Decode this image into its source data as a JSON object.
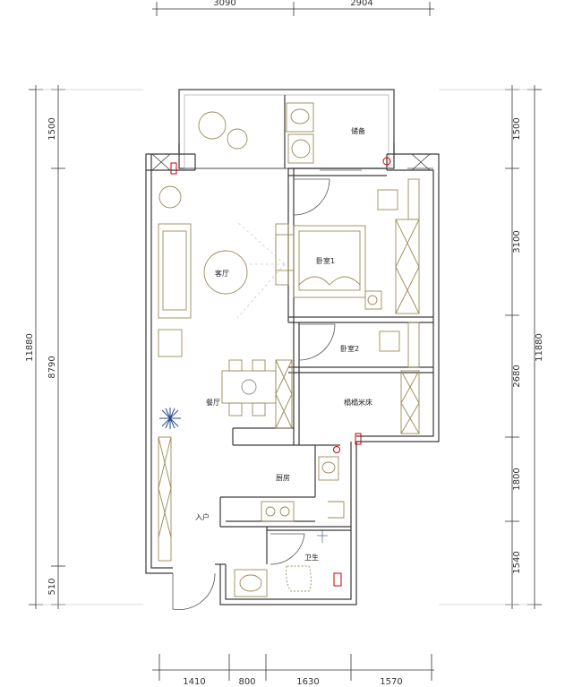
{
  "dimensions": {
    "top": [
      "3090",
      "2904"
    ],
    "bottom": [
      "1410",
      "800",
      "1630",
      "1570"
    ],
    "left": [
      "1500",
      "8790",
      "510"
    ],
    "left_total": "11880",
    "right": [
      "1500",
      "3100",
      "2680",
      "1800",
      "1540"
    ],
    "right_total": "11880"
  },
  "rooms": {
    "living": "客厅",
    "dining": "餐厅",
    "bedroom1": "卧室1",
    "bedroom2": "卧室2",
    "flex_room": "榻榻米床",
    "kitchen": "厨房",
    "entrance": "入户",
    "bathroom": "卫生",
    "utility": "储备"
  },
  "colors": {
    "wall": "#3a3a3a",
    "furniture": "#9a8a5a",
    "dimension": "#333333",
    "accent": "#cc0000",
    "plant": "#2a4a8a"
  }
}
